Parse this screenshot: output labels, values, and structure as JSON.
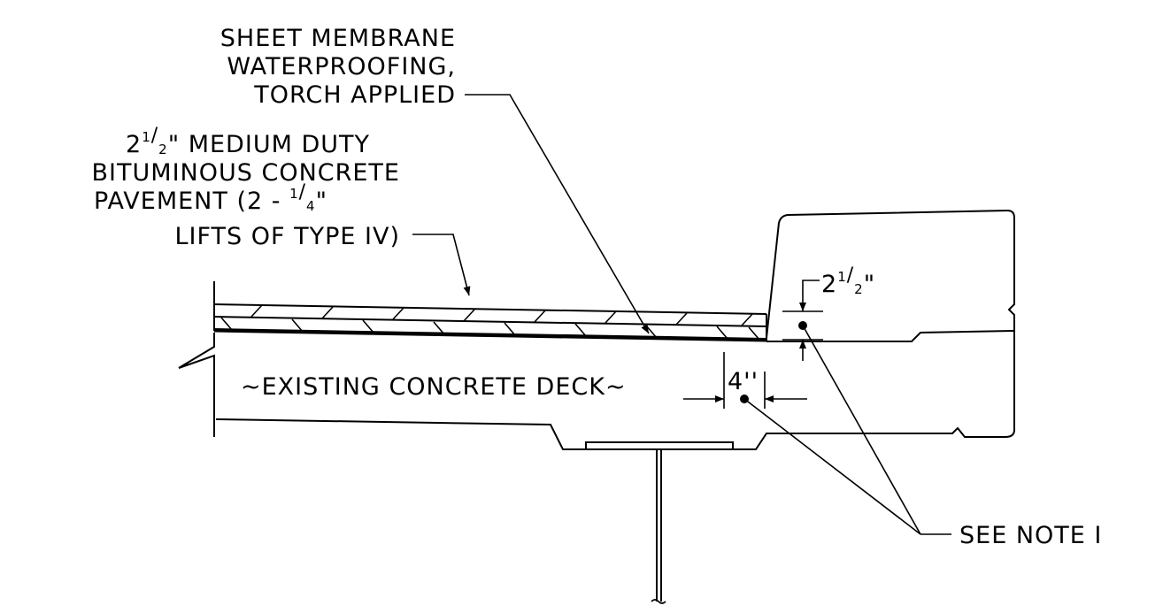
{
  "labels": {
    "membrane_line1": "SHEET MEMBRANE",
    "membrane_line2": "WATERPROOFING,",
    "membrane_line3": "TORCH APPLIED",
    "pavement_line1_whole": "2",
    "pavement_line1_num": "1",
    "pavement_line1_den": "2",
    "pavement_line1_rest": "\" MEDIUM DUTY",
    "pavement_line2": "BITUMINOUS CONCRETE",
    "pavement_line3_text": "PAVEMENT (2 - ",
    "pavement_line3_num": "1",
    "pavement_line3_den": "4",
    "pavement_line3_mark": "\"",
    "pavement_line4": "LIFTS OF TYPE IV)",
    "deck": "~EXISTING CONCRETE DECK~",
    "dim_horizontal": "4''",
    "dim_vertical_whole": "2",
    "dim_vertical_num": "1",
    "dim_vertical_den": "2",
    "dim_vertical_mark": "\"",
    "see_note": "SEE NOTE I"
  }
}
